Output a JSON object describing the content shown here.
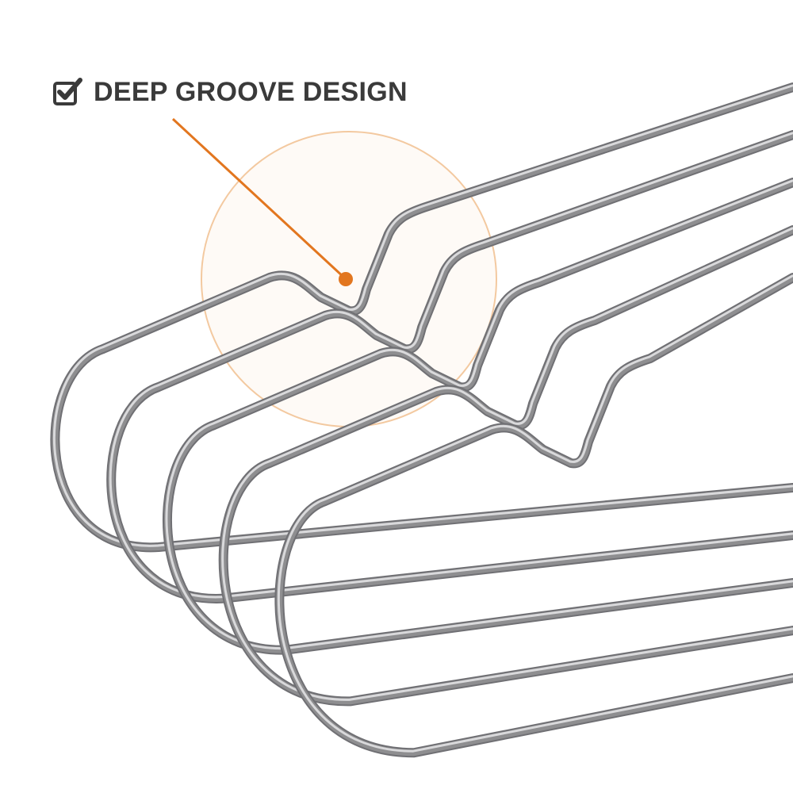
{
  "feature": {
    "label": "DEEP GROOVE DESIGN",
    "icon": "checkbox-checked-icon"
  },
  "colors": {
    "text": "#3a3a3a",
    "accent": "#e2761f",
    "highlight_ring": "#f3c9a0",
    "wire": "#8e8e90",
    "wire_highlight": "#d9d9db",
    "background": "#ffffff"
  },
  "hangers": {
    "count": 5,
    "material": "stainless-steel-wire"
  }
}
